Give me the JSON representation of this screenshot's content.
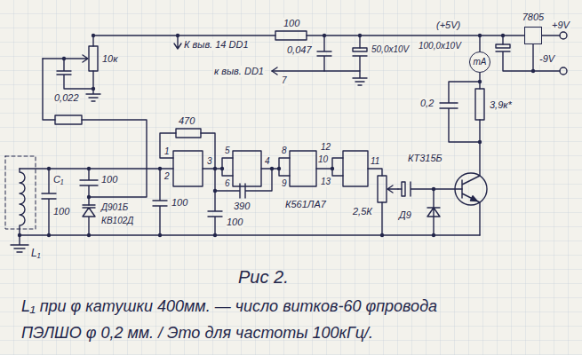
{
  "diagram": {
    "title": "Рис 2.",
    "caption": "L₁ при φ катушки 400мм. — число витков-60 φпровода ПЭЛШО φ 0,2 мм. / Это для частоты 100кГц/.",
    "nodes": [
      {
        "text": [
          "7805"
        ]
      },
      {
        "text": [
          "mA"
        ]
      }
    ],
    "edges": [
      {
        "from": 0,
        "to": 1,
        "arrow": "none"
      }
    ],
    "labels": [
      "100",
      "(+5V)",
      "+9V",
      "К выв. 14 DD1",
      "100,0х10V",
      "0,047",
      "50,0х10V",
      "10к",
      "-9V",
      "к выв. DD1",
      "7",
      "0,022",
      "0,2",
      "3,9к*",
      "470",
      "12",
      "5",
      "8",
      "1",
      "КТ315Б",
      "10",
      "3",
      "4",
      "11",
      "2",
      "C₁",
      "100",
      "13",
      "6",
      "9",
      "100",
      "К561ЛА7",
      "390",
      "Д901Б",
      "100",
      "2,5К",
      "Д9",
      "КВ102Д",
      "100",
      "L₁"
    ]
  }
}
